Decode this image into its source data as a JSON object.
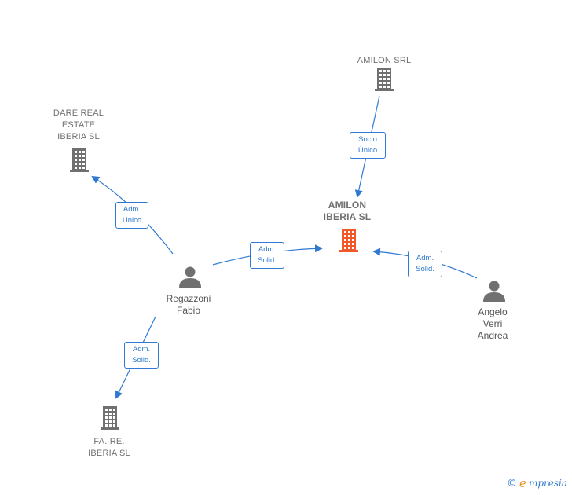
{
  "diagram": {
    "nodes": [
      {
        "id": "amilon-srl",
        "label": "AMILON SRL",
        "kind": "company"
      },
      {
        "id": "dare-real",
        "label": "DARE REAL\nESTATE\nIBERIA  SL",
        "kind": "company"
      },
      {
        "id": "amilon-iberia",
        "label": "AMILON\nIBERIA  SL",
        "kind": "main-company"
      },
      {
        "id": "regazzoni",
        "label": "Regazzoni\nFabio",
        "kind": "person"
      },
      {
        "id": "angelo",
        "label": "Angelo\nVerri\nAndrea",
        "kind": "person"
      },
      {
        "id": "fa-re",
        "label": "FA. RE.\nIBERIA  SL",
        "kind": "company"
      }
    ],
    "edges": [
      {
        "id": "e1",
        "from": "amilon-srl",
        "to": "amilon-iberia",
        "label": "Socio\nÚnico"
      },
      {
        "id": "e2",
        "from": "regazzoni",
        "to": "dare-real",
        "label": "Adm.\nUnico"
      },
      {
        "id": "e3",
        "from": "regazzoni",
        "to": "amilon-iberia",
        "label": "Adm.\nSolid."
      },
      {
        "id": "e4",
        "from": "angelo",
        "to": "amilon-iberia",
        "label": "Adm.\nSolid."
      },
      {
        "id": "e5",
        "from": "regazzoni",
        "to": "fa-re",
        "label": "Adm.\nSolid."
      }
    ]
  },
  "colors": {
    "edge": "#2f7ad0",
    "company_icon": "#707070",
    "main_company_icon": "#f05a28",
    "person_icon": "#707070"
  },
  "icons": {
    "company": "building-icon",
    "person": "person-icon",
    "copyright": "copyright-icon"
  },
  "branding": {
    "copyright": "©",
    "initial": "e",
    "name": "mpresia"
  }
}
